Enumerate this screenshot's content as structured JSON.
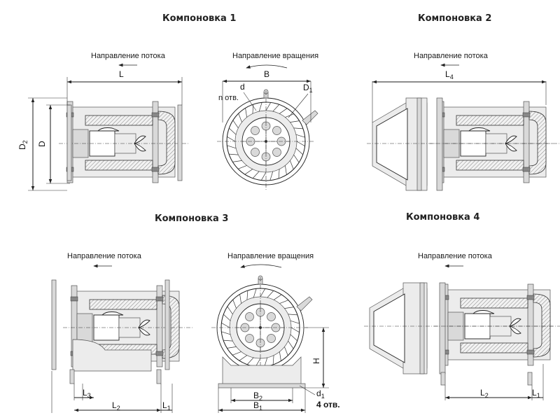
{
  "layouts": [
    {
      "title": "Компоновка 1",
      "direction_label": "Направление потока"
    },
    {
      "title": "Компоновка 2",
      "direction_label": "Направление потока"
    },
    {
      "title": "Компоновка 3",
      "direction_label": "Направление потока"
    },
    {
      "title": "Компоновка 4",
      "direction_label": "Направление потока"
    }
  ],
  "rotation_label": "Направление вращения",
  "dimensions": {
    "L": "L",
    "B": "B",
    "d": "d",
    "n_holes": "n отв.",
    "D1": "D",
    "D1_sub": "1",
    "D2": "D",
    "D2_sub": "2",
    "D": "D",
    "L4": "L",
    "L4_sub": "4",
    "L1": "L",
    "L1_sub": "1",
    "L2": "L",
    "L2_sub": "2",
    "L3": "L",
    "L3_sub": "3",
    "H": "H",
    "B1": "B",
    "B1_sub": "1",
    "B2": "B",
    "B2_sub": "2",
    "d1": "d",
    "d1_sub": "1",
    "holes4": "4 отв."
  }
}
